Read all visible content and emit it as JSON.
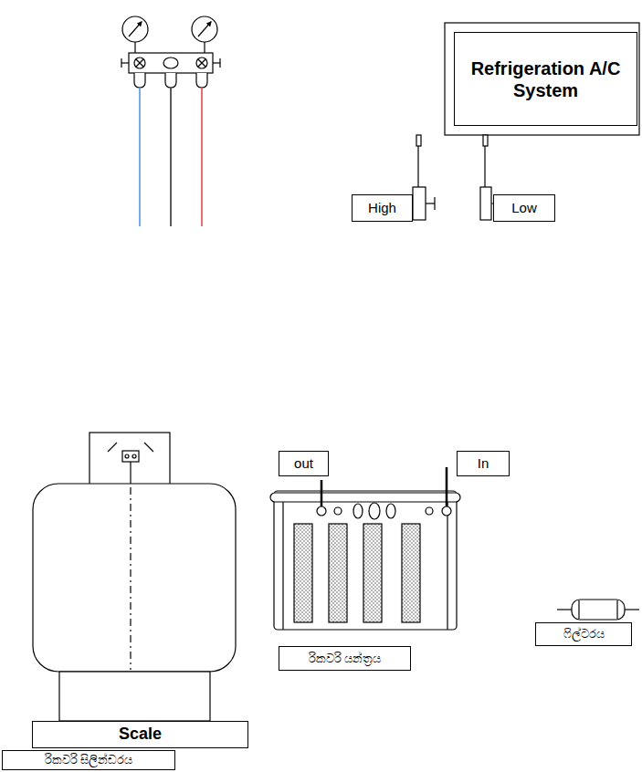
{
  "diagram": {
    "nodes": [
      {
        "text": [
          "Refrigeration A/C System"
        ]
      },
      {
        "text": [
          "High"
        ]
      },
      {
        "text": [
          "Low"
        ]
      },
      {
        "text": [
          "out"
        ]
      },
      {
        "text": [
          "In"
        ]
      },
      {
        "text": [
          "ෆිල්ටරය"
        ]
      },
      {
        "text": [
          "රිකවරි යන්ත්‍රය"
        ]
      },
      {
        "text": [
          "Scale"
        ]
      },
      {
        "text": [
          "රිකවරි සිලින්ඩරය"
        ]
      }
    ]
  }
}
